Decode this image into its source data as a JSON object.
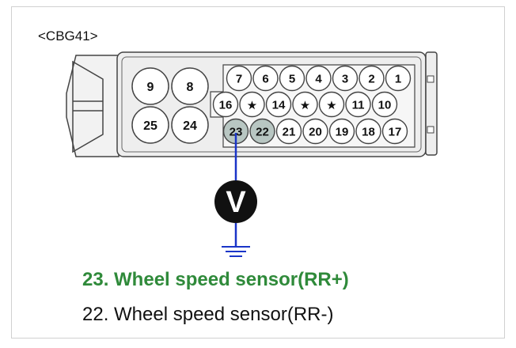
{
  "connector": {
    "name": "<CBG41>"
  },
  "large_pins": [
    "9",
    "8",
    "25",
    "24"
  ],
  "pin_rows": {
    "row1": [
      "7",
      "6",
      "5",
      "4",
      "3",
      "2",
      "1"
    ],
    "row2": [
      "16",
      "★",
      "14",
      "★",
      "★",
      "11",
      "10"
    ],
    "row3": [
      "23",
      "22",
      "21",
      "20",
      "19",
      "18",
      "17"
    ]
  },
  "highlighted_pins": [
    "23",
    "22"
  ],
  "meter": {
    "symbol": "V"
  },
  "captions": [
    {
      "text": "23. Wheel speed sensor(RR+)",
      "color": "#2f8a3a"
    },
    {
      "text": "22. Wheel speed sensor(RR-)",
      "color": "#111111"
    }
  ],
  "colors": {
    "probe_wire": "#1a35c8",
    "highlight_fill": "#b8c6c2",
    "connector_fill": "#eeeeee"
  }
}
